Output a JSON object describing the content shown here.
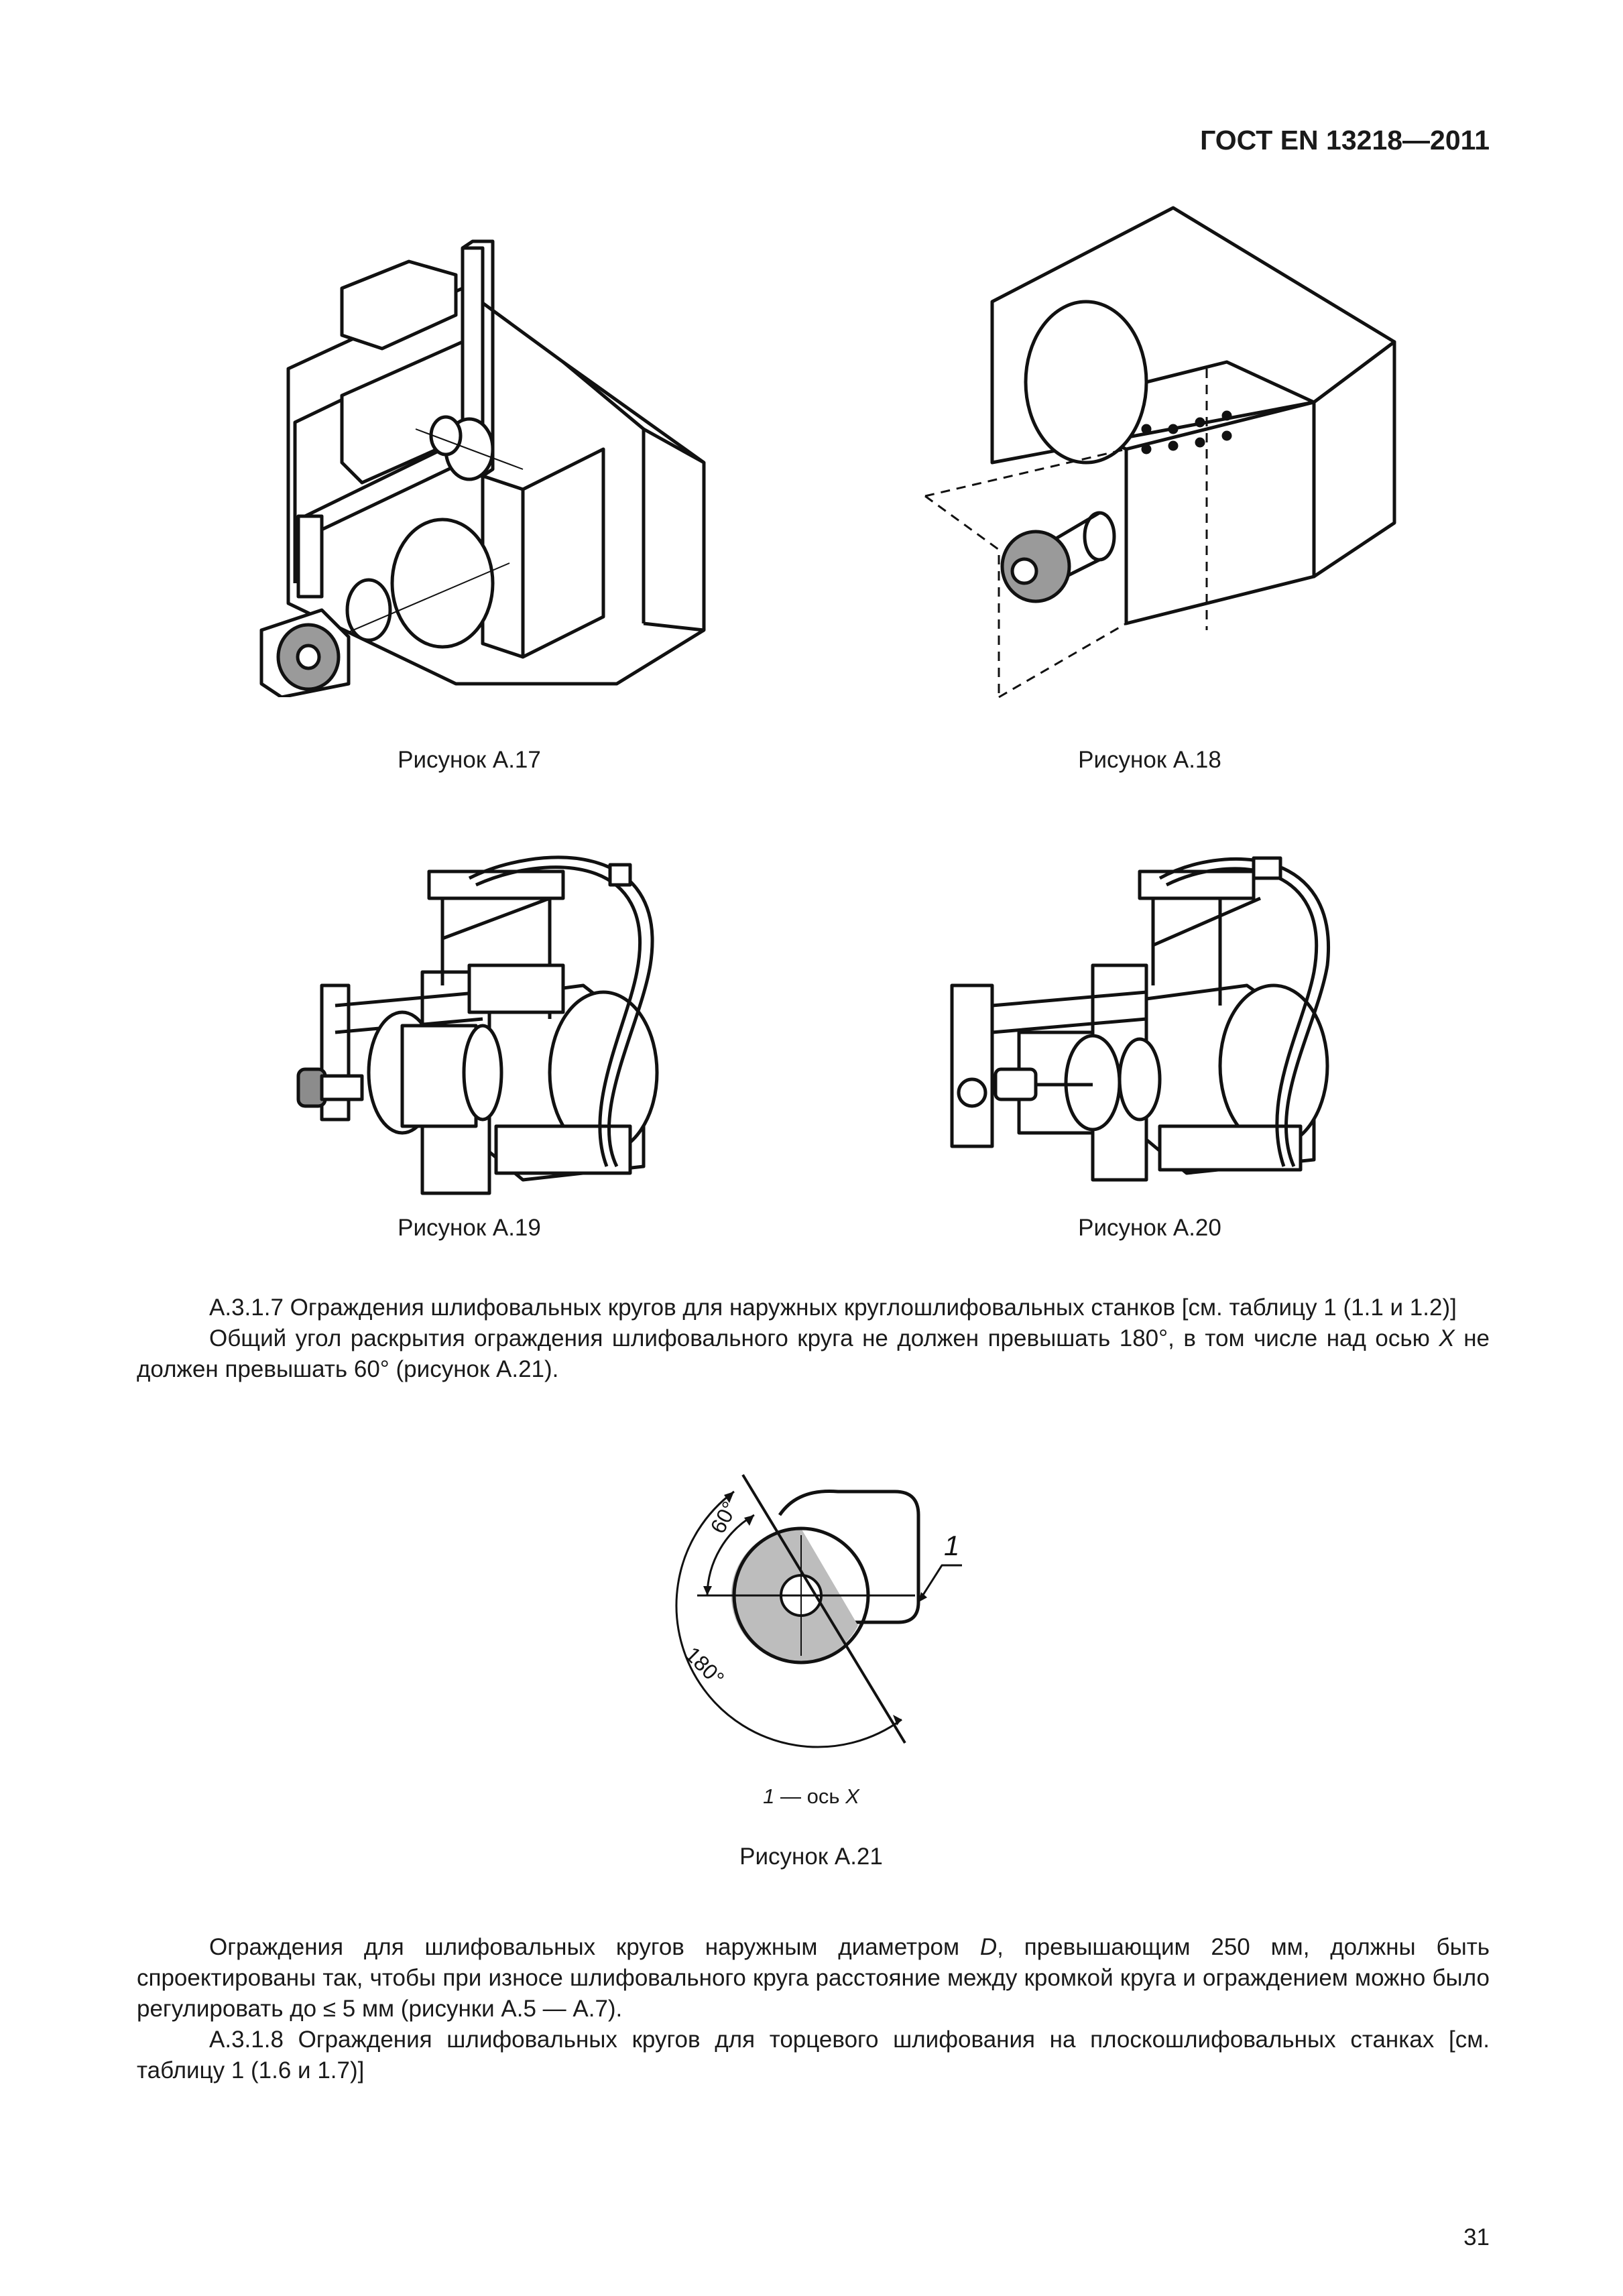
{
  "header": {
    "standard": "ГОСТ EN 13218—2011"
  },
  "figures": {
    "a17": {
      "caption": "Рисунок А.17"
    },
    "a18": {
      "caption": "Рисунок А.18"
    },
    "a19": {
      "caption": "Рисунок А.19"
    },
    "a20": {
      "caption": "Рисунок А.20"
    },
    "a21": {
      "caption": "Рисунок А.21",
      "angle_small": "60°",
      "angle_large": "180°",
      "callout": "1",
      "legend_num": "1",
      "legend_text": " — ось ",
      "legend_axis": "X"
    }
  },
  "text": {
    "p1": "А.3.1.7 Ограждения шлифовальных кругов для наружных круглошлифовальных станков [см. таблицу 1 (1.1 и 1.2)]",
    "p2_part1": "Общий угол раскрытия ограждения шлифовального круга не должен превышать 180°, в том числе над осью ",
    "p2_axis": "X",
    "p2_part2": " не должен превышать 60° (рисунок А.21).",
    "p3_part1": "Ограждения для шлифовальных кругов наружным диаметром ",
    "p3_d": "D",
    "p3_part2": ", превышающим 250 мм, должны быть спроектированы так, чтобы при износе шлифовального круга расстояние между кромкой круга и ограждением можно было регулировать до ≤ 5 мм (рисунки А.5 — А.7).",
    "p4": "А.3.1.8 Ограждения шлифовальных кругов для торцевого шлифования на плоскошлифовальных станках [см. таблицу 1 (1.6 и 1.7)]"
  },
  "page": {
    "number": "31"
  }
}
